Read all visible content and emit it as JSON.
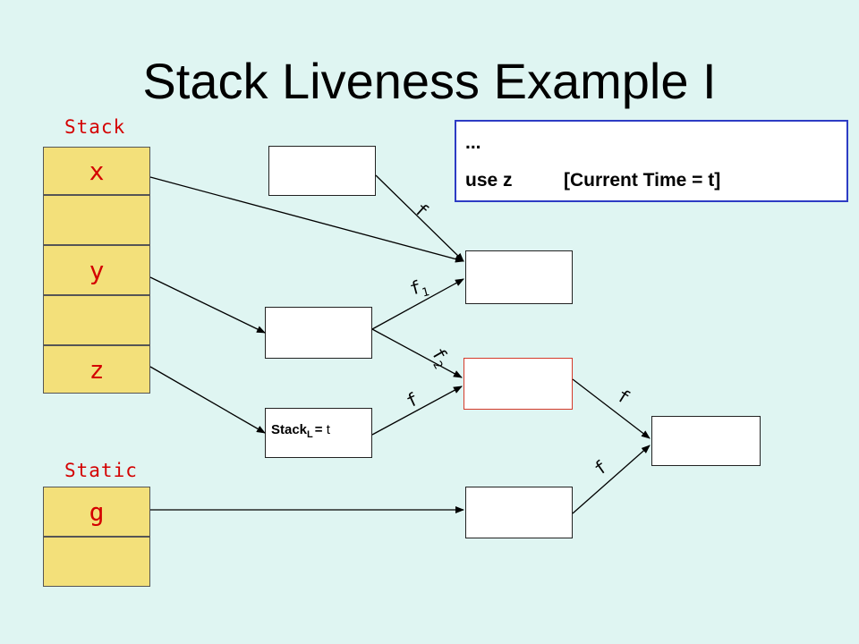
{
  "title": "Stack Liveness Example I",
  "stack": {
    "label": "Stack",
    "cells": [
      "x",
      "",
      "y",
      "",
      "z"
    ]
  },
  "static": {
    "label": "Static",
    "cells": [
      "g",
      ""
    ]
  },
  "code": {
    "line1": "...",
    "line2_code": "use z",
    "line2_time": "[Current Time = t]"
  },
  "stackl_box": {
    "label_main": "Stack",
    "label_sub": "L",
    "label_rest": "= t"
  },
  "edge_labels": {
    "f_top": "f",
    "f1_base": "f",
    "f1_sub": "1",
    "f2_base": "f",
    "f2_sub": "2",
    "f_mid": "f",
    "f_right_top": "f",
    "f_right_bottom": "f"
  },
  "colors": {
    "background": "#dff5f2",
    "cell_fill": "#f3e07a",
    "label_red": "#d40000",
    "code_border": "#2d3cc4",
    "highlight_border": "#d43a2a"
  }
}
